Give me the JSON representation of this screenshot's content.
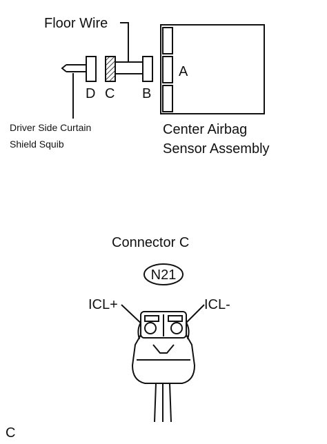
{
  "top": {
    "floor_wire": "Floor Wire",
    "conn_a": "A",
    "conn_b": "B",
    "conn_c": "C",
    "conn_d": "D",
    "squib_line1": "Driver Side Curtain",
    "squib_line2": "Shield Squib",
    "sensor_line1": "Center Airbag",
    "sensor_line2": "Sensor Assembly"
  },
  "bottom": {
    "connector_title": "Connector C",
    "connector_code": "N21",
    "pin_left": "ICL+",
    "pin_right": "ICL-"
  },
  "corner_label": "C"
}
